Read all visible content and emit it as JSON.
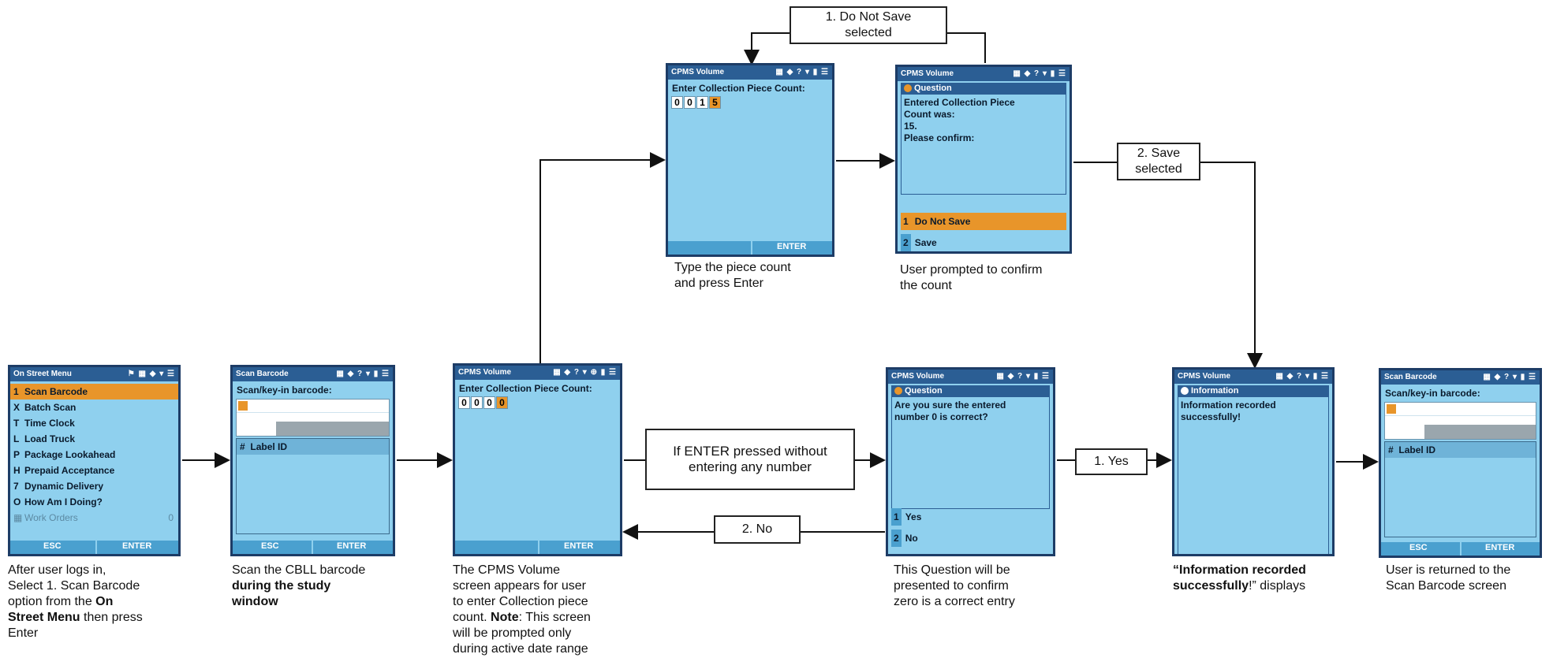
{
  "screens": {
    "s1": {
      "title": "On Street Menu",
      "icons": "⚑ ▦ ◆ ▾ ☰",
      "items": [
        {
          "num": "1",
          "label": "Scan Barcode"
        },
        {
          "num": "X",
          "label": "Batch Scan"
        },
        {
          "num": "T",
          "label": "Time Clock"
        },
        {
          "num": "L",
          "label": "Load Truck"
        },
        {
          "num": "P",
          "label": "Package Lookahead"
        },
        {
          "num": "H",
          "label": "Prepaid Acceptance"
        },
        {
          "num": "7",
          "label": "Dynamic Delivery"
        },
        {
          "num": "O",
          "label": "How Am I Doing?"
        },
        {
          "num": "▦",
          "label": "Work Orders",
          "count": "0"
        }
      ],
      "esc": "ESC",
      "enter": "ENTER"
    },
    "s2": {
      "title": "Scan Barcode",
      "icons": "▦ ◆ ? ▾ ▮ ☰",
      "prompt": "Scan/key-in barcode:",
      "hash": "#",
      "label_col": "Label ID",
      "esc": "ESC",
      "enter": "ENTER"
    },
    "s3": {
      "title": "CPMS Volume",
      "icons": "▦ ◆ ? ▾ ⊕ ▮ ☰",
      "prompt": "Enter Collection Piece Count:",
      "digits": [
        "0",
        "0",
        "0",
        "0"
      ],
      "enter": "ENTER"
    },
    "s4": {
      "title": "CPMS Volume",
      "icons": "▦ ◆ ? ▾ ▮ ☰",
      "prompt": "Enter Collection Piece Count:",
      "digits": [
        "0",
        "0",
        "1",
        "5"
      ],
      "enter": "ENTER"
    },
    "s5": {
      "title": "CPMS Volume",
      "icons": "▦ ◆ ? ▾ ▮ ☰",
      "header": "Question",
      "lines": [
        "Entered Collection Piece",
        "Count was:",
        "15.",
        "Please confirm:"
      ],
      "opt1_num": "1",
      "opt1": "Do Not Save",
      "opt2_num": "2",
      "opt2": "Save"
    },
    "s6": {
      "title": "CPMS Volume",
      "icons": "▦ ◆ ? ▾ ▮ ☰",
      "header": "Question",
      "lines": [
        "Are you sure the entered",
        "number 0 is correct?"
      ],
      "opt1_num": "1",
      "opt1": "Yes",
      "opt2_num": "2",
      "opt2": "No"
    },
    "s7": {
      "title": "CPMS Volume",
      "icons": "▦ ◆ ? ▾ ▮ ☰",
      "header": "Information",
      "lines": [
        "Information recorded",
        "successfully!"
      ]
    },
    "s8": {
      "title": "Scan Barcode",
      "icons": "▦ ◆ ? ▾ ▮ ☰",
      "prompt": "Scan/key-in barcode:",
      "hash": "#",
      "label_col": "Label ID",
      "esc": "ESC",
      "enter": "ENTER"
    }
  },
  "captions": {
    "c1": {
      "a": "After user logs in,",
      "b": "Select 1. Scan Barcode",
      "c": "option from the ",
      "d": "On",
      "e": "Street Menu",
      "f": " then press",
      "g": "Enter"
    },
    "c2": {
      "a": "Scan the CBLL barcode",
      "b": "during the study",
      "c": "window"
    },
    "c3": {
      "a": "The CPMS Volume",
      "b": "screen appears for user",
      "c": "to enter Collection piece",
      "d": "count.  ",
      "e": "Note",
      "f": ": This screen",
      "g": "will be prompted only",
      "h": "during active date range"
    },
    "c4": {
      "a": "Type the piece count",
      "b": "and press Enter"
    },
    "c5": {
      "a": "User prompted to confirm",
      "b": "the count"
    },
    "c6": {
      "a": "This Question will be",
      "b": "presented to confirm",
      "c": "zero is a correct entry"
    },
    "c7": {
      "a": "“Information recorded",
      "b": "successfully",
      "c": "!” displays"
    },
    "c8": {
      "a": "User is returned to the",
      "b": "Scan Barcode screen"
    }
  },
  "labels": {
    "do_not_save": {
      "a": "1. Do Not Save",
      "b": "selected"
    },
    "save": {
      "a": "2. Save",
      "b": "selected"
    },
    "enter_no_num": {
      "a": "If ENTER pressed without",
      "b": "entering any number"
    },
    "yes": "1. Yes",
    "no": "2. No"
  }
}
